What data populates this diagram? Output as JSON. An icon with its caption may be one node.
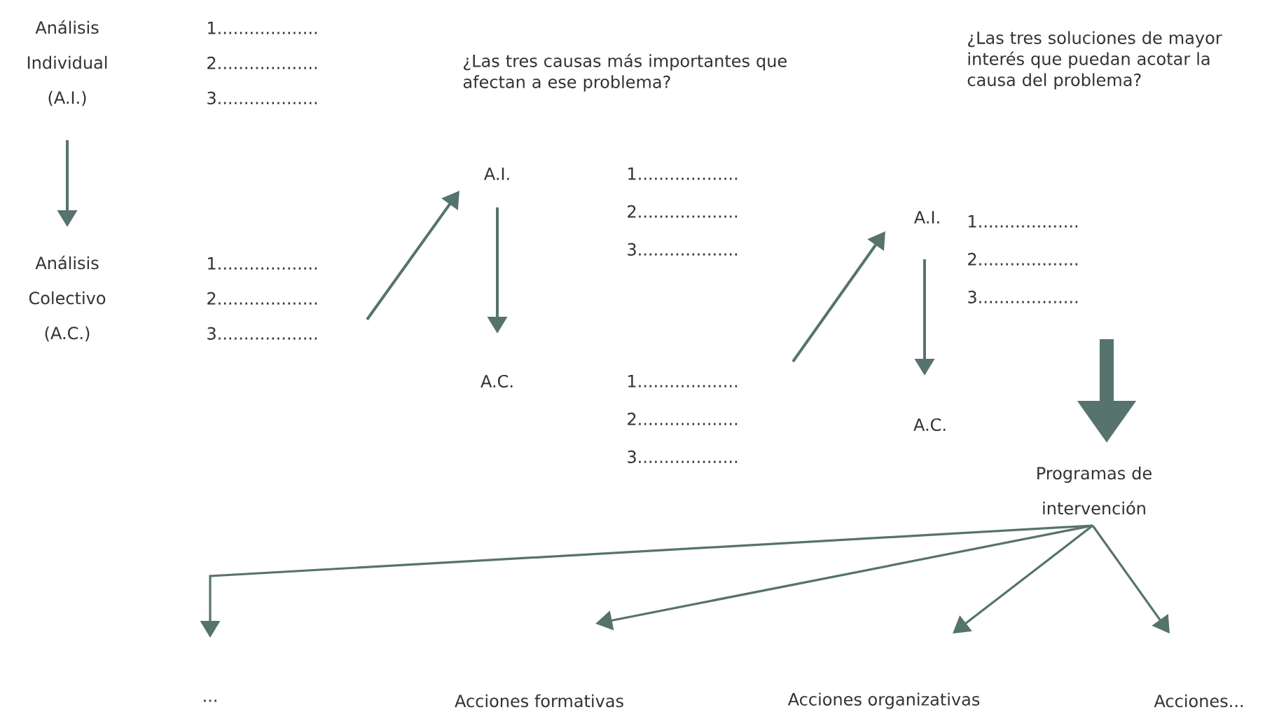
{
  "diagram": {
    "nodes": [
      {
        "text": [
          "Análisis Individual (A.I.)"
        ]
      },
      {
        "text": [
          "1...................",
          "2...................",
          "3..................."
        ]
      },
      {
        "text": [
          "Análisis Colectivo (A.C.)"
        ]
      },
      {
        "text": [
          "1...................",
          "2...................",
          "3..................."
        ]
      },
      {
        "text": [
          "A.I."
        ]
      },
      {
        "text": [
          "1...................",
          "2...................",
          "3..................."
        ]
      },
      {
        "text": [
          "A.C."
        ]
      },
      {
        "text": [
          "1...................",
          "2...................",
          "3..................."
        ]
      },
      {
        "text": [
          "A.I."
        ]
      },
      {
        "text": [
          "1...................",
          "2...................",
          "3..................."
        ]
      },
      {
        "text": [
          "A.C."
        ]
      },
      {
        "text": [
          "Programas de intervención"
        ]
      },
      {
        "text": [
          "..."
        ]
      },
      {
        "text": [
          "Acciones formativas"
        ]
      },
      {
        "text": [
          "Acciones organizativas"
        ]
      },
      {
        "text": [
          "Acciones..."
        ]
      }
    ],
    "edges": [
      {
        "from": 0,
        "to": 2,
        "arrow": "to"
      },
      {
        "from": 3,
        "to": 4,
        "arrow": "to"
      },
      {
        "from": 4,
        "to": 6,
        "arrow": "to"
      },
      {
        "from": 7,
        "to": 8,
        "arrow": "to"
      },
      {
        "from": 8,
        "to": 10,
        "arrow": "to"
      },
      {
        "from": 9,
        "to": 11,
        "arrow": "to",
        "style": "thick"
      },
      {
        "from": 11,
        "to": 12,
        "arrow": "to"
      },
      {
        "from": 11,
        "to": 13,
        "arrow": "to"
      },
      {
        "from": 11,
        "to": 14,
        "arrow": "to"
      },
      {
        "from": 11,
        "to": 15,
        "arrow": "to"
      }
    ],
    "labels": [
      "¿Las tres causas más importantes que afectan a ese problema?",
      "¿Las tres soluciones de mayor interés que puedan acotar la causa del problema?"
    ]
  }
}
